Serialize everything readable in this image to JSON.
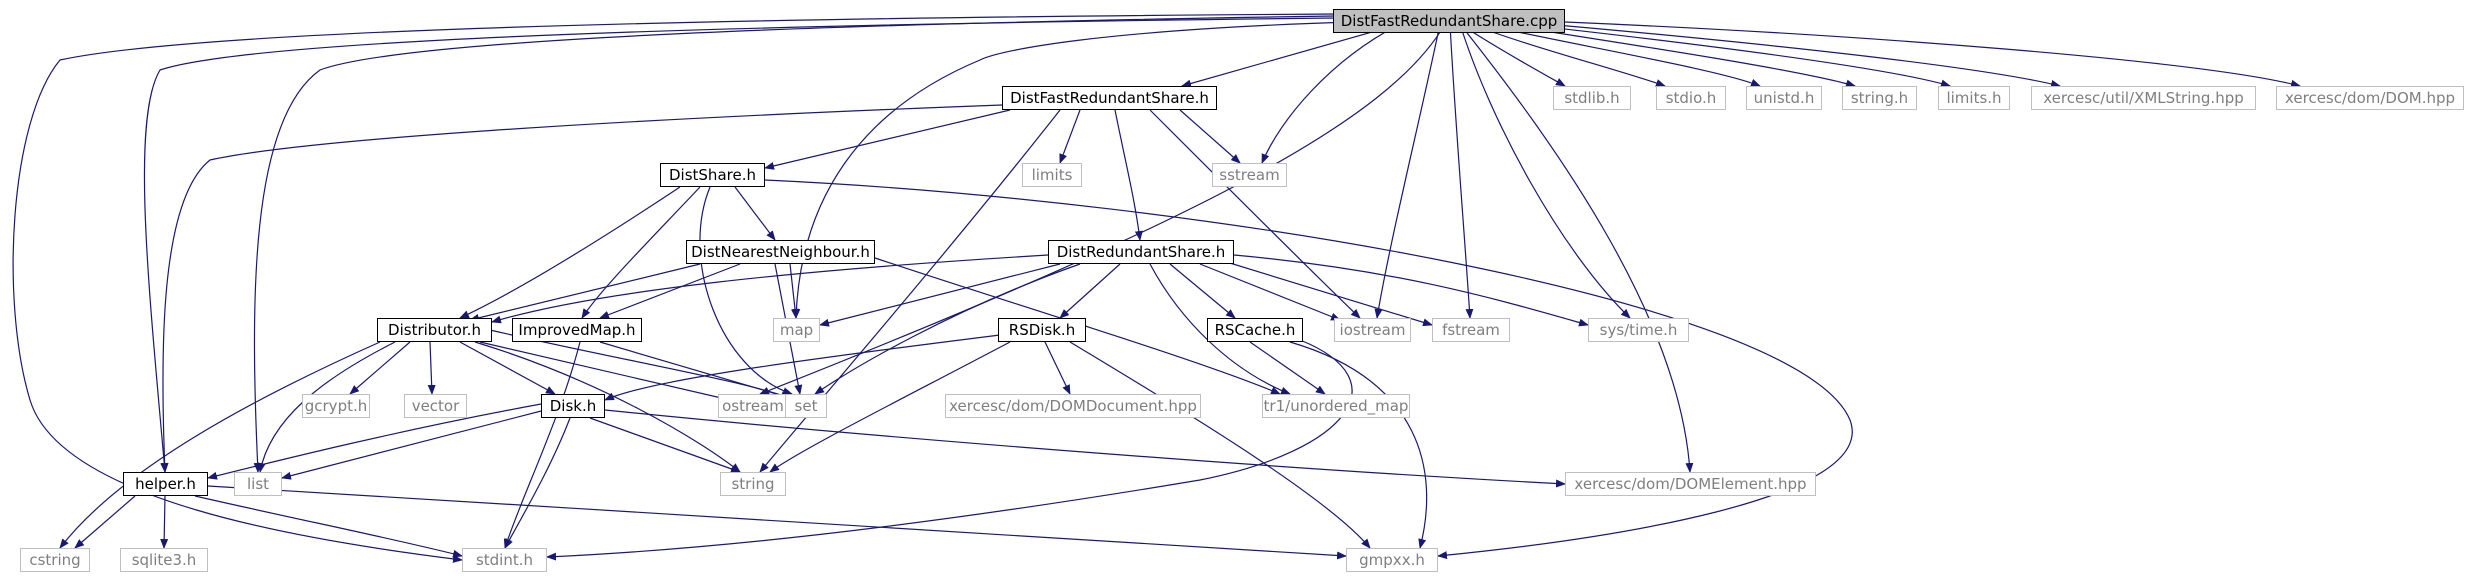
{
  "colors": {
    "edge": "#191970",
    "local_border": "#000000",
    "system_border": "#bfbfbf",
    "system_text": "#7f7f7f",
    "root_fill": "#bfbfbf"
  },
  "nodes": {
    "root": "DistFastRedundantShare.cpp",
    "dfrs_h": "DistFastRedundantShare.h",
    "stdlib": "stdlib.h",
    "stdio": "stdio.h",
    "unistd": "unistd.h",
    "string_h": "string.h",
    "limits_h": "limits.h",
    "xmlstring": "xercesc/util/XMLString.hpp",
    "dom": "xercesc/dom/DOM.hpp",
    "limits": "limits",
    "sstream": "sstream",
    "distshare": "DistShare.h",
    "dnn": "DistNearestNeighbour.h",
    "drs": "DistRedundantShare.h",
    "distributor": "Distributor.h",
    "improvedmap": "ImprovedMap.h",
    "map": "map",
    "iostream": "iostream",
    "fstream": "fstream",
    "systime": "sys/time.h",
    "rsdisk": "RSDisk.h",
    "rscache": "RSCache.h",
    "gcrypt": "gcrypt.h",
    "vector": "vector",
    "disk": "Disk.h",
    "ostream": "ostream",
    "set": "set",
    "domdocument": "xercesc/dom/DOMDocument.hpp",
    "unordered_map": "tr1/unordered_map",
    "helper": "helper.h",
    "list": "list",
    "string": "string",
    "domelement": "xercesc/dom/DOMElement.hpp",
    "cstring": "cstring",
    "sqlite3": "sqlite3.h",
    "stdint": "stdint.h",
    "gmpxx": "gmpxx.h"
  }
}
